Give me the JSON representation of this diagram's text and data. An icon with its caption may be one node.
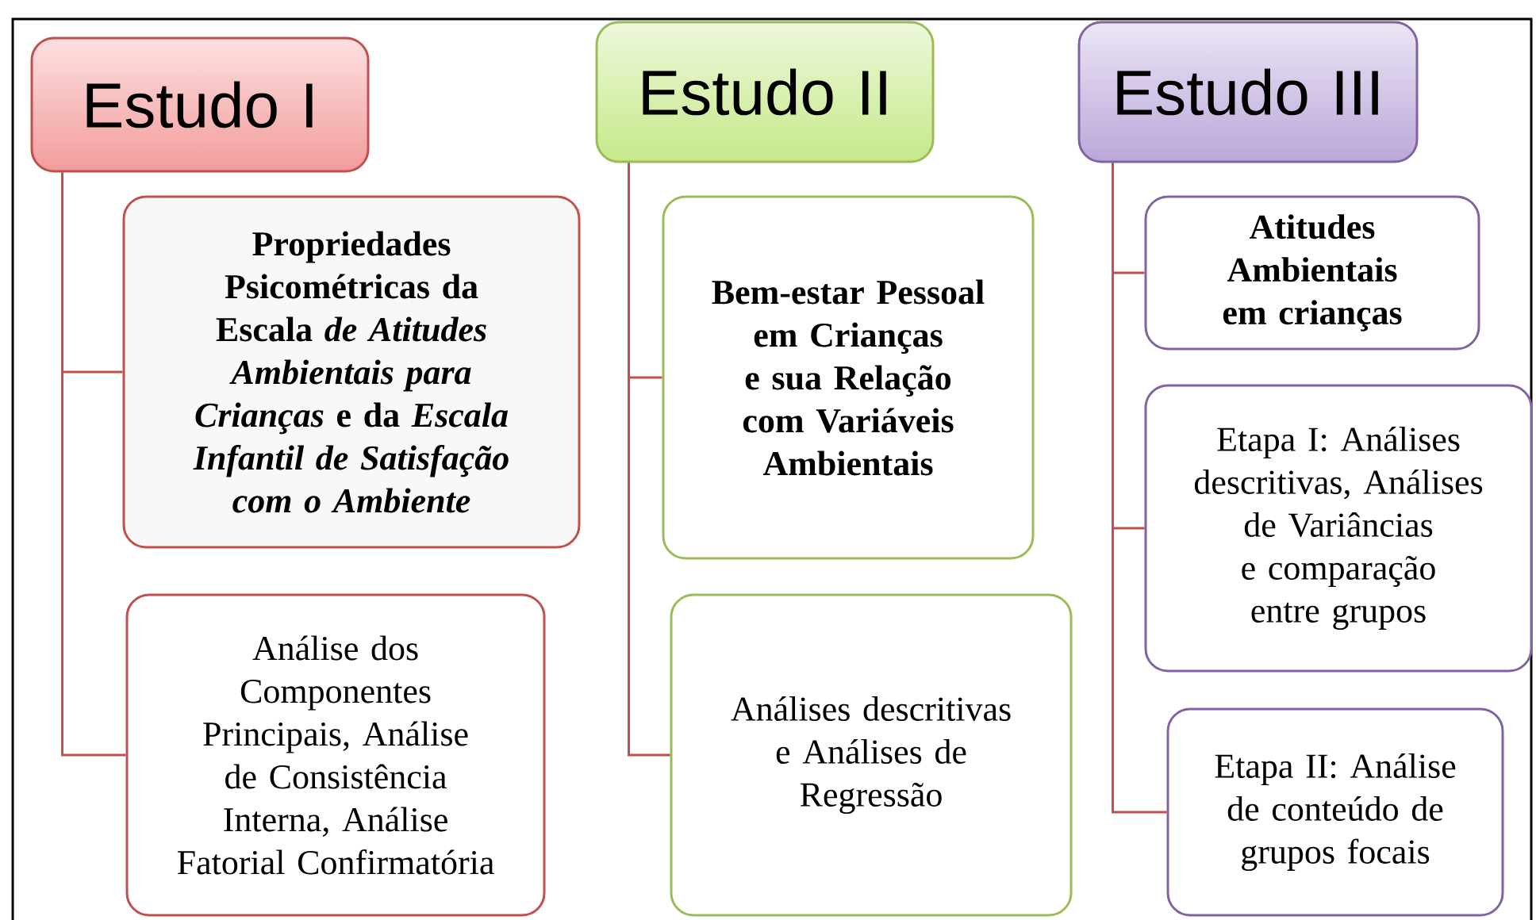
{
  "diagram": {
    "nodes": [
      {
        "text": [
          "Estudo I"
        ]
      },
      {
        "text": [
          "Propriedades Psicométricas da Escala *de Atitudes Ambientais para Crianças* e da *Escala Infantil de Satisfação com o Ambiente*"
        ]
      },
      {
        "text": [
          "Análise dos Componentes Principais, Análise de Consistência Interna, Análise Fatorial Confirmatória"
        ]
      },
      {
        "text": [
          "Estudo II"
        ]
      },
      {
        "text": [
          "Bem-estar Pessoal em Crianças e sua Relação com Variáveis Ambientais"
        ]
      },
      {
        "text": [
          "Análises descritivas e Análises de Regressão"
        ]
      },
      {
        "text": [
          "Estudo III"
        ]
      },
      {
        "text": [
          "Atitudes Ambientais em crianças"
        ]
      },
      {
        "text": [
          "Etapa I: Análises descritivas, Análises de Variâncias e comparação entre grupos"
        ]
      },
      {
        "text": [
          "Etapa II: Análise de conteúdo de grupos focais"
        ]
      }
    ],
    "edges": [
      {
        "from": 0,
        "to": 1,
        "arrow": "none"
      },
      {
        "from": 0,
        "to": 2,
        "arrow": "none"
      },
      {
        "from": 3,
        "to": 4,
        "arrow": "none"
      },
      {
        "from": 3,
        "to": 5,
        "arrow": "none"
      },
      {
        "from": 6,
        "to": 7,
        "arrow": "none"
      },
      {
        "from": 6,
        "to": 8,
        "arrow": "none"
      },
      {
        "from": 6,
        "to": 9,
        "arrow": "none"
      }
    ]
  }
}
